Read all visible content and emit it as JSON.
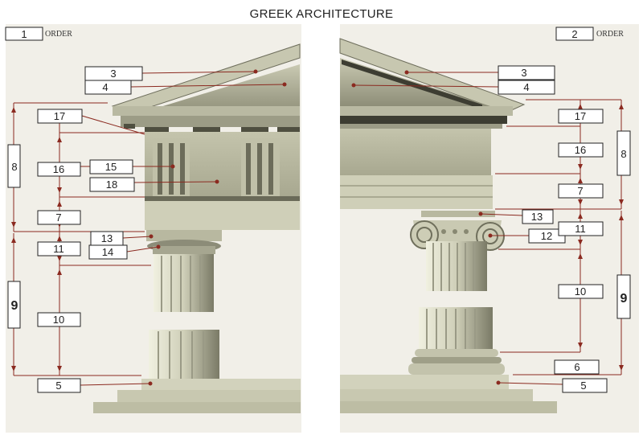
{
  "title": "GREEK ARCHITECTURE",
  "order_caption": "ORDER",
  "left_order_number": "1",
  "right_order_number": "2",
  "labels": {
    "l3": "3",
    "l4": "4",
    "l17": "17",
    "l8": "8",
    "l16": "16",
    "l15": "15",
    "l18": "18",
    "l7": "7",
    "l13": "13",
    "l11": "11",
    "l14": "14",
    "l9": "9",
    "l10": "10",
    "l5": "5",
    "r3": "3",
    "r4": "4",
    "r17": "17",
    "r8": "8",
    "r16": "16",
    "r7": "7",
    "r13": "13",
    "r12": "12",
    "r11": "11",
    "r10": "10",
    "r9": "9",
    "r6": "6",
    "r5": "5"
  },
  "colors": {
    "background": "#f1efe8",
    "stone_light": "#d8d8c2",
    "stone_mid": "#b9b9a0",
    "stone_dark": "#5c5c4c",
    "leader_line": "#8b2a20",
    "leader_dot": "#8b2a20"
  }
}
